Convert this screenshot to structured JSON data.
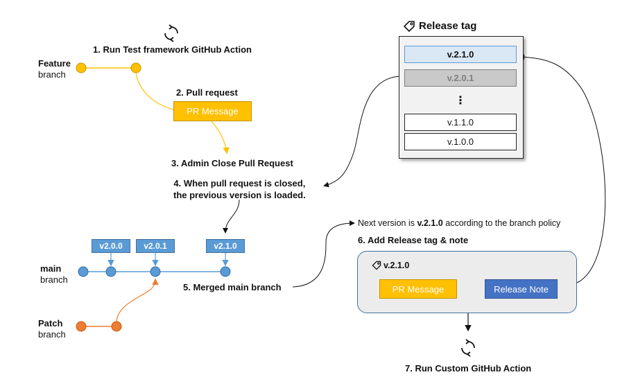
{
  "steps": {
    "step1": "1. Run Test framework GitHub Action",
    "step2": "2. Pull request",
    "step3": "3. Admin Close Pull Request",
    "step4_line1": "4. When pull request is closed,",
    "step4_line2": "the previous version is loaded.",
    "step5": "5. Merged main branch",
    "step6": "6. Add Release tag & note",
    "step7": "7. Run Custom GitHub Action"
  },
  "branches": {
    "feature_title": "Feature",
    "feature_sub": "branch",
    "main_title": "main",
    "main_sub": "branch",
    "patch_title": "Patch",
    "patch_sub": "branch"
  },
  "pr_message": "PR Message",
  "main_tags": [
    "v2.0.0",
    "v2.0.1",
    "v2.1.0"
  ],
  "release_tag_panel": {
    "title": "Release tag",
    "rows": [
      "v.2.1.0",
      "v.2.0.1",
      "⋮",
      "v.1.1.0",
      "v.1.0.0"
    ]
  },
  "next_version": {
    "prefix": "Next version is ",
    "version": "v.2.1.0",
    "suffix": " according to the branch policy"
  },
  "release_box": {
    "tag": "v.2.1.0",
    "pr_message": "PR Message",
    "release_note": "Release Note"
  },
  "colors": {
    "feature": "#ffc000",
    "main": "#5b9bd5",
    "patch": "#ed7d31",
    "release_note": "#4472c4"
  },
  "icons": [
    "refresh-cycle-icon",
    "tag-icon"
  ]
}
